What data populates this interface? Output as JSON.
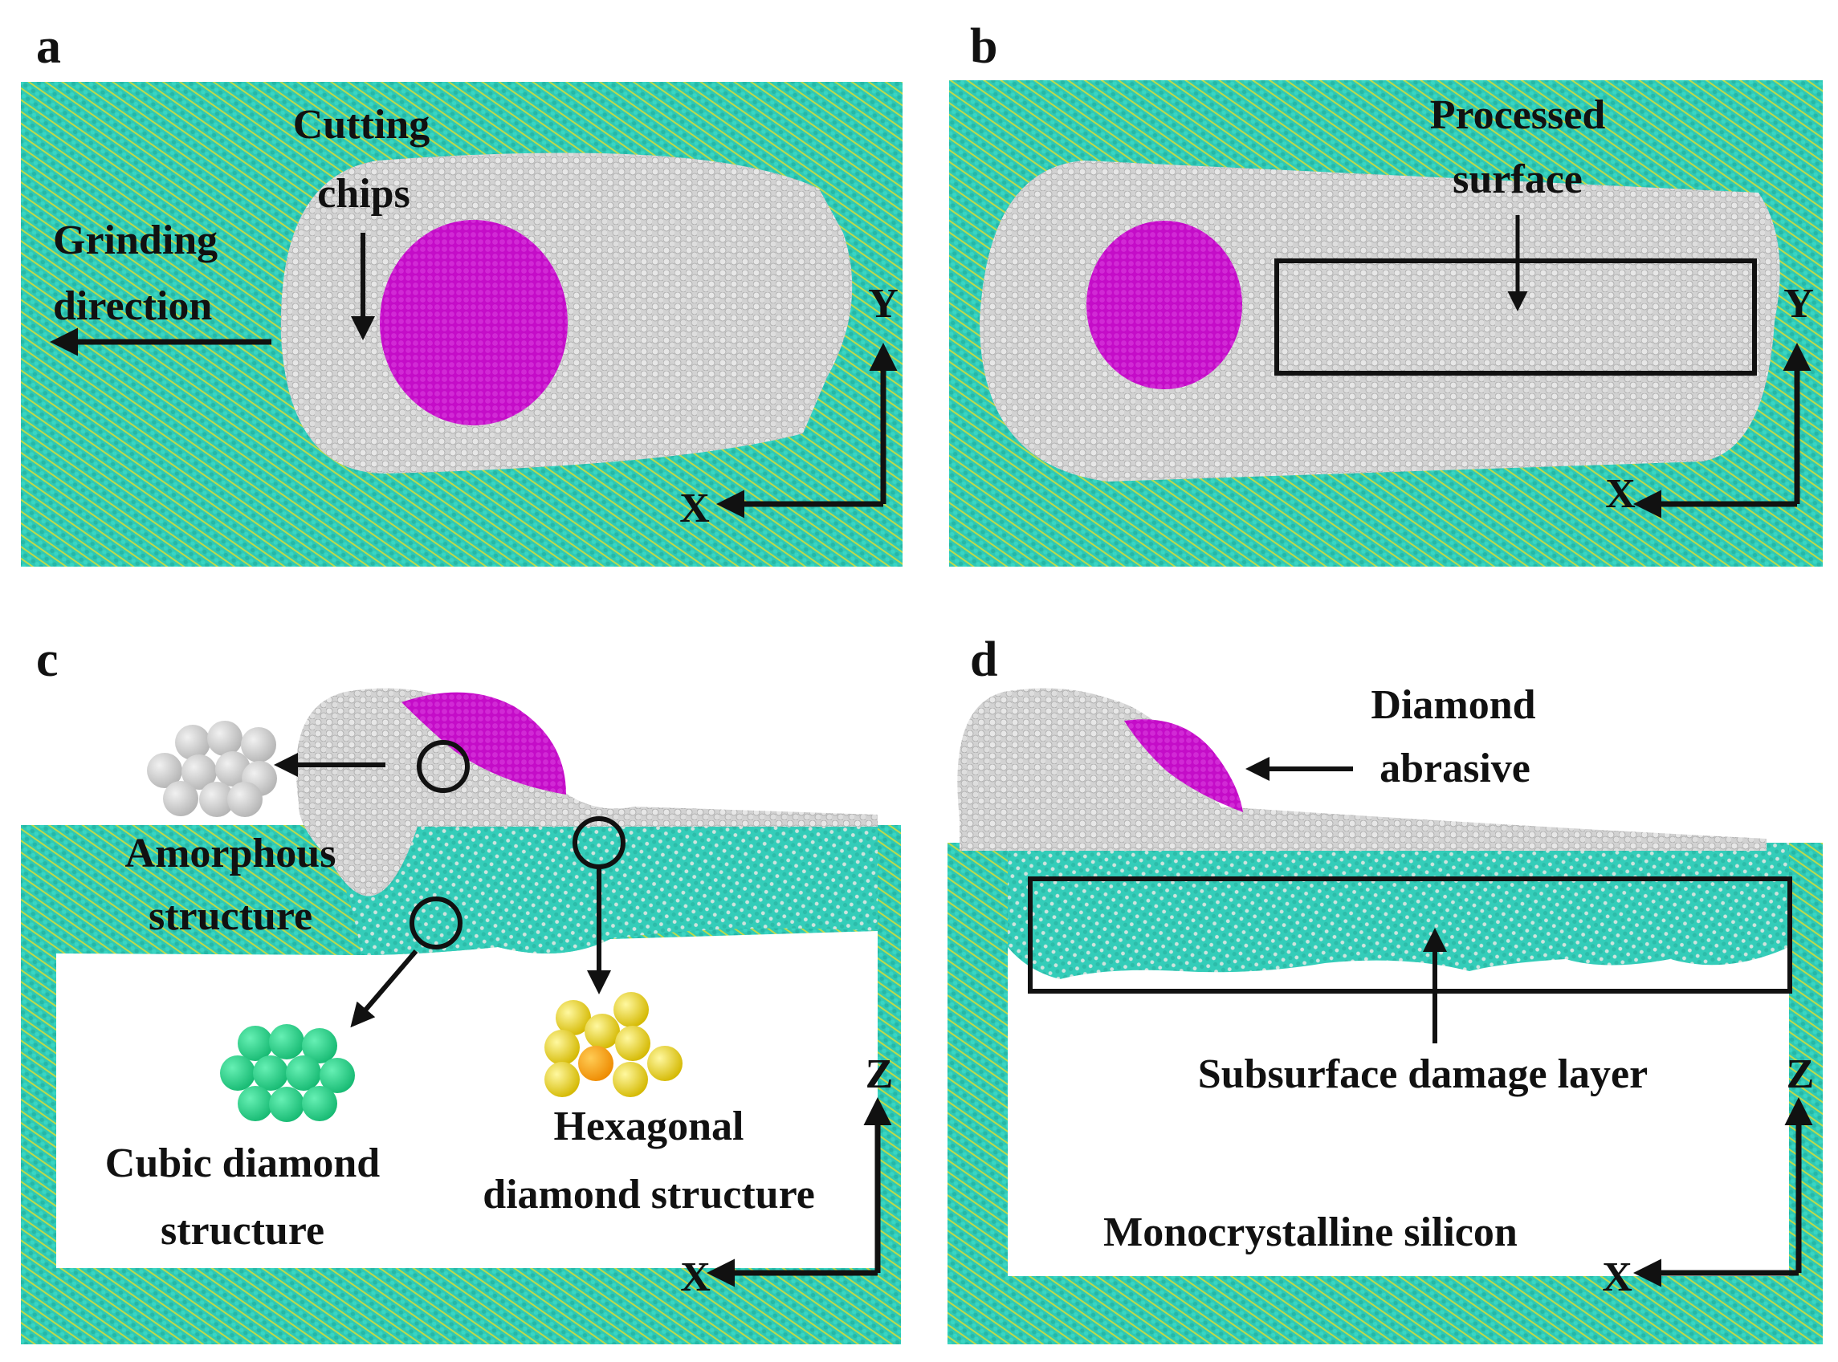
{
  "colors": {
    "silicon_crystal": "#2fc9b6",
    "silicon_lattice_line": "#c9d64a",
    "amorphous": "#d4d4d4",
    "diamond_abrasive": "#c010c8",
    "cubic_diamond": "#22d38a",
    "hexagonal_diamond": "#e6d21c",
    "hexagonal_core": "#f39a18",
    "ink": "#111111",
    "background": "#ffffff"
  },
  "panels": {
    "a": {
      "letter": "a",
      "cutting_chips": [
        "Cutting",
        "chips"
      ],
      "grinding_direction": [
        "Grinding",
        "direction"
      ],
      "axis_vertical": "Y",
      "axis_horizontal": "X"
    },
    "b": {
      "letter": "b",
      "processed_surface": [
        "Processed",
        "surface"
      ],
      "axis_vertical": "Y",
      "axis_horizontal": "X"
    },
    "c": {
      "letter": "c",
      "amorphous_structure": [
        "Amorphous",
        "structure"
      ],
      "cubic_diamond_structure": [
        "Cubic diamond",
        "structure"
      ],
      "hexagonal_diamond_structure": [
        "Hexagonal",
        "diamond structure"
      ],
      "axis_vertical": "Z",
      "axis_horizontal": "X"
    },
    "d": {
      "letter": "d",
      "diamond_abrasive": [
        "Diamond",
        "abrasive"
      ],
      "subsurface_damage_layer": "Subsurface damage layer",
      "monocrystalline_silicon": "Monocrystalline silicon",
      "axis_vertical": "Z",
      "axis_horizontal": "X"
    }
  }
}
